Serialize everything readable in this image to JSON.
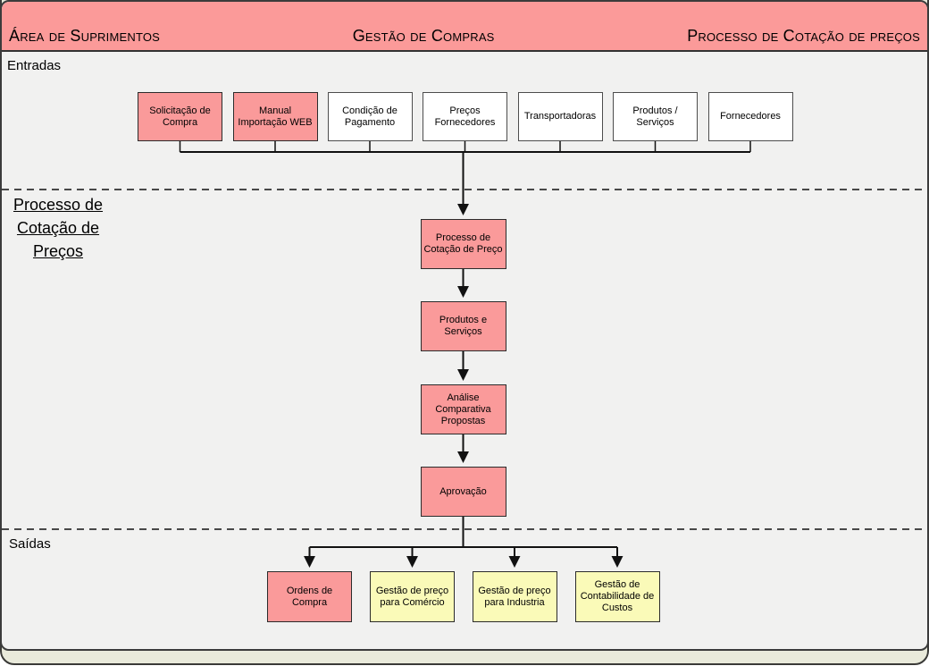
{
  "header": {
    "left": "Área de Suprimentos",
    "center": "Gestão de Compras",
    "right": "Processo de Cotação de preços"
  },
  "sections": {
    "inputs_label": "Entradas",
    "outputs_label": "Saídas",
    "process_label_lines": [
      "Processo de",
      "Cotação de",
      "Preços"
    ]
  },
  "input_boxes": [
    {
      "label": "Solicitação de Compra",
      "color": "pink"
    },
    {
      "label": "Manual Importação WEB",
      "color": "pink"
    },
    {
      "label": "Condição de Pagamento",
      "color": "white"
    },
    {
      "label": "Preços Fornecedores",
      "color": "white"
    },
    {
      "label": "Transportadoras",
      "color": "white"
    },
    {
      "label": "Produtos / Serviços",
      "color": "white"
    },
    {
      "label": "Fornecedores",
      "color": "white"
    }
  ],
  "process_boxes": [
    {
      "label": "Processo de Cotação de Preço",
      "color": "pink"
    },
    {
      "label": "Produtos e Serviços",
      "color": "pink"
    },
    {
      "label": "Análise Comparativa Propostas",
      "color": "pink"
    },
    {
      "label": "Aprovação",
      "color": "pink"
    }
  ],
  "output_boxes": [
    {
      "label": "Ordens de Compra",
      "color": "pink"
    },
    {
      "label": "Gestão de preço para Comércio",
      "color": "yellow"
    },
    {
      "label": "Gestão de preço para Industria",
      "color": "yellow"
    },
    {
      "label": "Gestão de Contabilidade de Custos",
      "color": "yellow"
    }
  ],
  "colors": {
    "header_bg": "#fb9a99",
    "box_pink": "#fa9a9a",
    "box_yellow": "#fafab8",
    "box_white": "#ffffff",
    "panel_bg": "#f1f1f0",
    "outer_bg": "#e9eadb",
    "line": "#111111"
  }
}
